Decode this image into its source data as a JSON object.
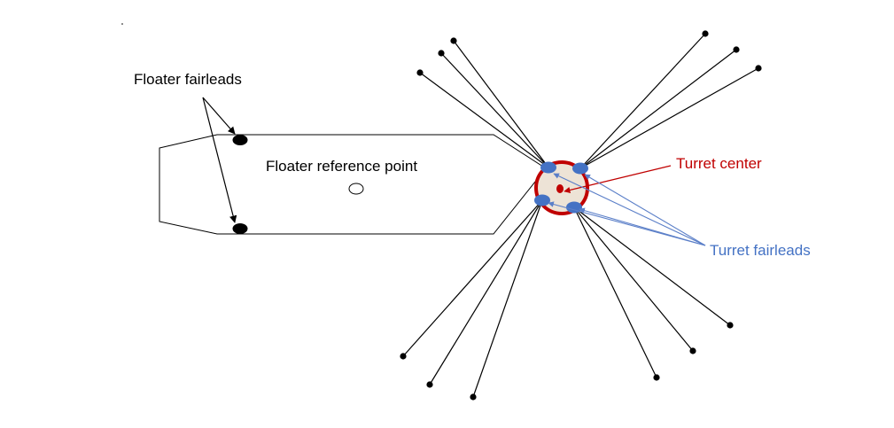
{
  "labels": {
    "floater_fairleads": "Floater fairleads",
    "floater_reference_point": "Floater reference point",
    "turret_center": "Turret center",
    "turret_fairleads": "Turret fairleads"
  },
  "colors": {
    "line": "#000000",
    "turret_ring": "#c00000",
    "turret_fill": "#ede3d6",
    "fairlead_fill": "#4472c4",
    "turret_center_label": "#c00000",
    "turret_fairleads_label": "#4472c4",
    "blue_arrow": "#5b7fc8",
    "red_arrow": "#c00000"
  }
}
